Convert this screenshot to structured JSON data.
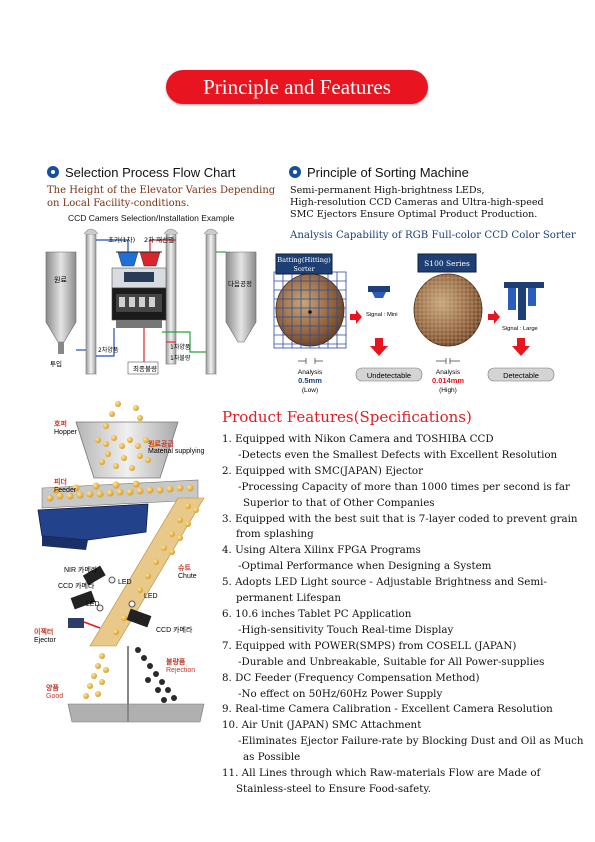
{
  "page_title": "Principle and Features",
  "flow_chart": {
    "heading": "Selection Process Flow Chart",
    "subtitle_line1": "The Height of the Elevator Varies Depending",
    "subtitle_line2": "on Local Facility-conditions.",
    "diagram_caption": "CCD Camers Selection/Installation Example",
    "labels": {
      "raw": "원료",
      "input": "투입",
      "primary": "초기(1차)",
      "secondary": "2차 재선별",
      "next_process": "다음공정",
      "good2": "2차양품",
      "good1": "1차양품",
      "bad1": "1차불량",
      "final_bad": "최종불량"
    }
  },
  "sorting": {
    "heading": "Principle of Sorting Machine",
    "desc_line1": "Semi-permanent High-brightness LEDs,",
    "desc_line2": "High-resolution CCD Cameras and Ultra-high-speed",
    "desc_line3": "SMC Ejectors Ensure Optimal Product Production.",
    "analysis_title": "Analysis Capability of RGB Full-color CCD Color Sorter",
    "left_box_line1": "Batting(Hitting)",
    "left_box_line2": "Sorter",
    "right_box": "S100 Series",
    "signal_mini": "Signal : Mini",
    "signal_large": "Signal : Large",
    "left_analysis": "Analysis",
    "left_value": "0.5mm",
    "left_note": "(Low)",
    "right_analysis": "Analysis",
    "right_value": "0.014mm",
    "right_note": "(High)",
    "undetectable": "Undetectable",
    "detectable": "Detectable"
  },
  "illustration": {
    "hopper_kr": "호퍼",
    "hopper_en": "Hopper",
    "supply_kr": "원료공급",
    "supply_en": "Material supplying",
    "feeder_kr": "피더",
    "feeder_en": "Feeder",
    "chute_kr": "슈트",
    "chute_en": "Chute",
    "nir": "NIR 카메라",
    "ccd1": "CCD 카메라",
    "ccd2": "CCD 카메라",
    "led1": "LED",
    "led2": "LED",
    "led3": "LED",
    "ejector_kr": "이젝터",
    "ejector_en": "Ejector",
    "reject_kr": "불량품",
    "reject_en": "Rejection",
    "good_kr": "양품",
    "good_en": "Good"
  },
  "features": {
    "title": "Product Features(Specifications)",
    "lines": [
      {
        "cls": "",
        "text": "1. Equipped with Nikon Camera and TOSHIBA CCD"
      },
      {
        "cls": "sub",
        "text": "-Detects even the Smallest Defects with Excellent Resolution"
      },
      {
        "cls": "",
        "text": "2. Equipped with SMC(JAPAN) Ejector"
      },
      {
        "cls": "sub",
        "text": "-Processing Capacity of more than 1000 times per second is far"
      },
      {
        "cls": "sub2",
        "text": "Superior to that of Other Companies"
      },
      {
        "cls": "",
        "text": "3. Equipped with the best suit that is 7-layer coded to prevent grain"
      },
      {
        "cls": "cont",
        "text": "from splashing"
      },
      {
        "cls": "",
        "text": "4. Using Altera Xilinx FPGA Programs"
      },
      {
        "cls": "sub",
        "text": "-Optimal Performance when Designing a System"
      },
      {
        "cls": "",
        "text": "5. Adopts LED Light source - Adjustable Brightness and Semi-"
      },
      {
        "cls": "cont",
        "text": "permanent Lifespan"
      },
      {
        "cls": "",
        "text": "6. 10.6 inches Tablet PC Application"
      },
      {
        "cls": "sub",
        "text": "-High-sensitivity Touch Real-time Display"
      },
      {
        "cls": "",
        "text": "7. Equipped with POWER(SMPS) from COSELL (JAPAN)"
      },
      {
        "cls": "sub",
        "text": "-Durable and Unbreakable, Suitable for All Power-supplies"
      },
      {
        "cls": "",
        "text": "8. DC Feeder (Frequency Compensation Method)"
      },
      {
        "cls": "sub",
        "text": "-No effect on 50Hz/60Hz Power Supply"
      },
      {
        "cls": "",
        "text": "9. Real-time Camera Calibration - Excellent Camera Resolution"
      },
      {
        "cls": "",
        "text": "10. Air Unit (JAPAN) SMC Attachment"
      },
      {
        "cls": "sub",
        "text": "-Eliminates Ejector Failure-rate by Blocking Dust and Oil as Much"
      },
      {
        "cls": "sub2",
        "text": "as Possible"
      },
      {
        "cls": "",
        "text": "11. All Lines through which Raw-materials Flow are Made of"
      },
      {
        "cls": "cont",
        "text": "Stainless-steel to Ensure Food-safety."
      }
    ]
  },
  "colors": {
    "accent_red": "#e8141f",
    "navy": "#1d3f73",
    "brown": "#7a3412"
  }
}
